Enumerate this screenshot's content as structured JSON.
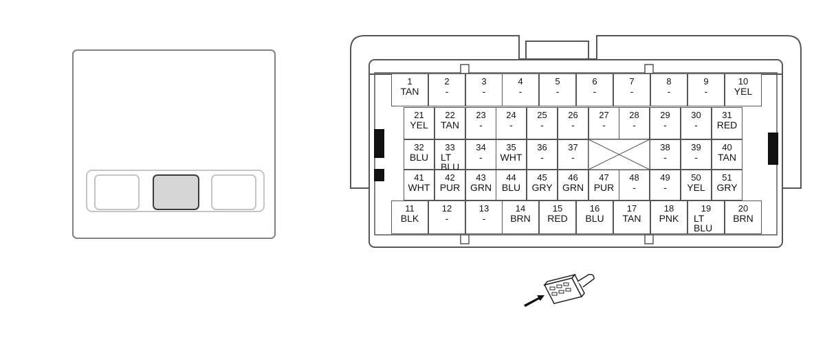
{
  "locator": {
    "slots": [
      "left",
      "center",
      "right"
    ],
    "highlighted_slot": "center"
  },
  "colors": {
    "outline": "#555555",
    "highlight_fill": "#d6d6d6",
    "locator_border": "#808080"
  },
  "connector": {
    "row1": [
      {
        "n": "1",
        "c": "TAN"
      },
      {
        "n": "2",
        "c": "-"
      },
      {
        "n": "3",
        "c": "-"
      },
      {
        "n": "4",
        "c": "-"
      },
      {
        "n": "5",
        "c": "-"
      },
      {
        "n": "6",
        "c": "-"
      },
      {
        "n": "7",
        "c": "-"
      },
      {
        "n": "8",
        "c": "-"
      },
      {
        "n": "9",
        "c": "-"
      },
      {
        "n": "10",
        "c": "YEL"
      }
    ],
    "row2": [
      {
        "n": "21",
        "c": "YEL"
      },
      {
        "n": "22",
        "c": "TAN"
      },
      {
        "n": "23",
        "c": "-"
      },
      {
        "n": "24",
        "c": "-"
      },
      {
        "n": "25",
        "c": "-"
      },
      {
        "n": "26",
        "c": "-"
      },
      {
        "n": "27",
        "c": "-"
      },
      {
        "n": "28",
        "c": "-"
      },
      {
        "n": "29",
        "c": "-"
      },
      {
        "n": "30",
        "c": "-"
      },
      {
        "n": "31",
        "c": "RED"
      }
    ],
    "row3_left": [
      {
        "n": "32",
        "c": "BLU"
      },
      {
        "n": "33",
        "c": "LT\nBLU"
      },
      {
        "n": "34",
        "c": "-"
      },
      {
        "n": "35",
        "c": "WHT"
      },
      {
        "n": "36",
        "c": "-"
      },
      {
        "n": "37",
        "c": "-"
      }
    ],
    "row3_right": [
      {
        "n": "38",
        "c": "-"
      },
      {
        "n": "39",
        "c": "-"
      },
      {
        "n": "40",
        "c": "TAN"
      }
    ],
    "row4": [
      {
        "n": "41",
        "c": "WHT"
      },
      {
        "n": "42",
        "c": "PUR"
      },
      {
        "n": "43",
        "c": "GRN"
      },
      {
        "n": "44",
        "c": "BLU"
      },
      {
        "n": "45",
        "c": "GRY"
      },
      {
        "n": "46",
        "c": "GRN"
      },
      {
        "n": "47",
        "c": "PUR"
      },
      {
        "n": "48",
        "c": "-"
      },
      {
        "n": "49",
        "c": "-"
      },
      {
        "n": "50",
        "c": "YEL"
      },
      {
        "n": "51",
        "c": "GRY"
      }
    ],
    "row5": [
      {
        "n": "11",
        "c": "BLK"
      },
      {
        "n": "12",
        "c": "-"
      },
      {
        "n": "13",
        "c": "-"
      },
      {
        "n": "14",
        "c": "BRN"
      },
      {
        "n": "15",
        "c": "RED"
      },
      {
        "n": "16",
        "c": "BLU"
      },
      {
        "n": "17",
        "c": "TAN"
      },
      {
        "n": "18",
        "c": "PNK"
      },
      {
        "n": "19",
        "c": "LT\nBLU"
      },
      {
        "n": "20",
        "c": "BRN"
      }
    ]
  },
  "mini_connector_icon": "connector-plug-icon"
}
